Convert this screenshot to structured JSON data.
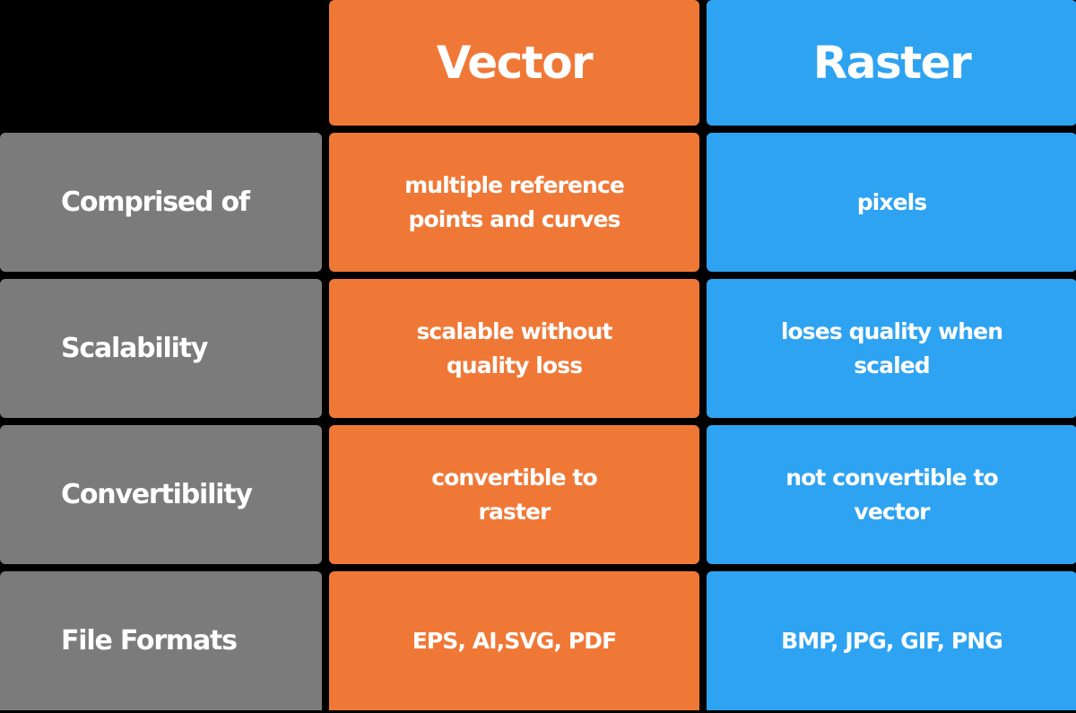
{
  "header": {
    "vector_label": "Vector",
    "raster_label": "Raster"
  },
  "rows": [
    {
      "label": "Comprised of",
      "vector": "multiple reference points and curves",
      "raster": "pixels"
    },
    {
      "label": "Scalability",
      "vector": "scalable without quality loss",
      "raster": "loses quality when scaled"
    },
    {
      "label": "Convertibility",
      "vector": "convertible to raster",
      "raster": "not convertible to vector"
    },
    {
      "label": "File Formats",
      "vector": "EPS, AI,SVG, PDF",
      "raster": "BMP, JPG, GIF, PNG"
    }
  ],
  "colors": {
    "background": "#000000",
    "vector": "#f07837",
    "raster": "#2ea3f2",
    "row_header": "#7b7b7b",
    "text": "#ffffff"
  }
}
